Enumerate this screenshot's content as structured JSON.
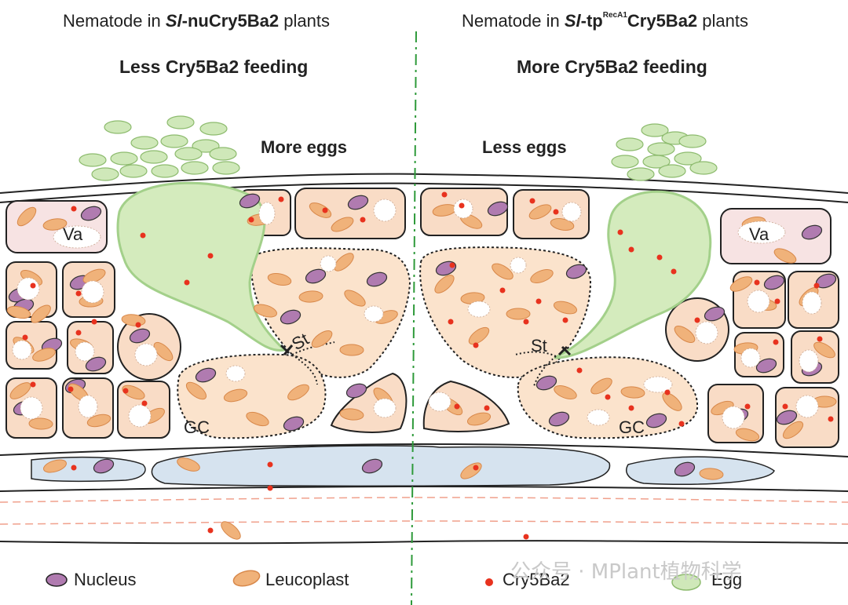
{
  "left_panel": {
    "title_prefix": "Nematode in ",
    "title_italic": "Sl",
    "title_bold": "-nuCry5Ba2",
    "title_suffix": " plants",
    "subtitle": "Less Cry5Ba2 feeding",
    "eggs_label": "More eggs",
    "vacuole_label": "Va",
    "stylet_label": "St",
    "giant_cell_label": "GC"
  },
  "right_panel": {
    "title_prefix": "Nematode in ",
    "title_italic": "Sl",
    "title_bold_a": "-tp",
    "title_sup": "RecA1",
    "title_bold_b": "Cry5Ba2",
    "title_suffix": " plants",
    "subtitle": "More Cry5Ba2 feeding",
    "eggs_label": "Less eggs",
    "vacuole_label": "Va",
    "stylet_label": "St",
    "giant_cell_label": "GC"
  },
  "legend": {
    "nucleus": "Nucleus",
    "leucoplast": "Leucoplast",
    "cry5ba2": "Cry5Ba2",
    "egg": "Egg"
  },
  "watermark": "公众号 · MPlant植物科学",
  "colors": {
    "egg_fill": "#cfe8b9",
    "egg_stroke": "#8dbb6e",
    "nucleus_fill": "#b07bb0",
    "leucoplast_fill": "#f0b27a",
    "leucoplast_stroke": "#d8884a",
    "cry5ba2_dot": "#e8321e",
    "cell_fill": "#f9dcc6",
    "vacuole_cell_fill": "#f7e3e3",
    "giant_cell_fill": "#fbe3cc",
    "vascular_fill": "#d6e3ef",
    "divider": "#2e9a3a"
  }
}
